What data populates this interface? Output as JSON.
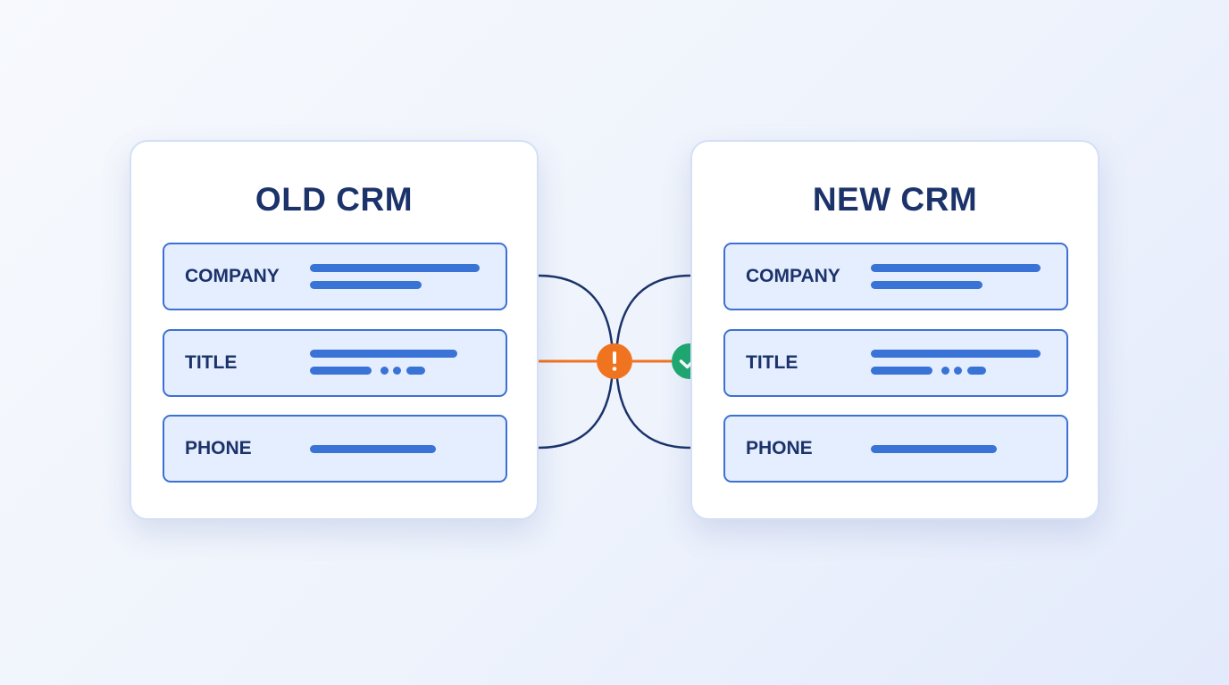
{
  "old_crm": {
    "title": "OLD CRM",
    "fields": [
      {
        "label": "COMPANY"
      },
      {
        "label": "TITLE"
      },
      {
        "label": "PHONE"
      }
    ]
  },
  "new_crm": {
    "title": "NEW CRM",
    "fields": [
      {
        "label": "COMPANY"
      },
      {
        "label": "TITLE"
      },
      {
        "label": "PHONE"
      }
    ]
  },
  "mapping_status": {
    "warning_icon": "exclamation-icon",
    "success_icon": "check-icon"
  },
  "colors": {
    "title": "#1b336a",
    "field_border": "#3c71d2",
    "field_fill": "#e5eeff",
    "connector": "#1b336a",
    "warning": "#f07320",
    "success": "#1eaa6e"
  }
}
